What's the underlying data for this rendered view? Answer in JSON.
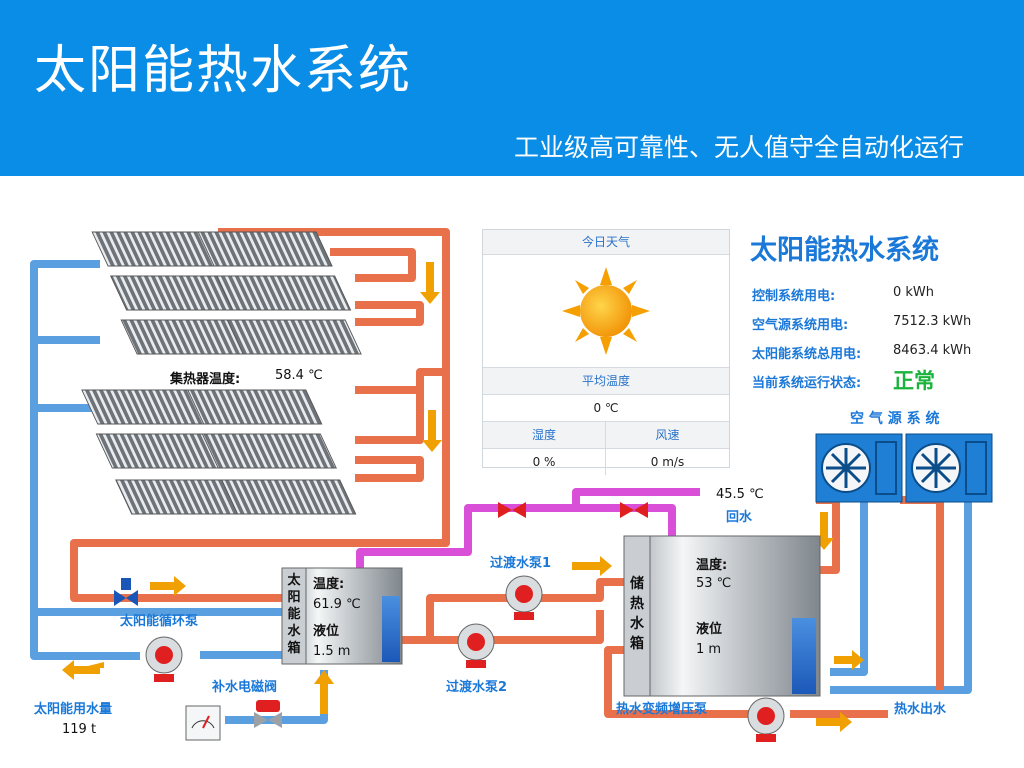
{
  "banner": {
    "title": "太阳能热水系统",
    "subtitle": "工业级高可靠性、无人值守全自动化运行"
  },
  "weather": {
    "header": "今日天气",
    "avg_temp_label": "平均温度",
    "avg_temp_value": "0 ℃",
    "humidity_label": "湿度",
    "humidity_value": "0 %",
    "wind_label": "风速",
    "wind_value": "0 m/s",
    "icon": "sun-icon"
  },
  "info": {
    "title": "太阳能热水系统",
    "rows": [
      {
        "label": "控制系统用电:",
        "value": "0 kWh"
      },
      {
        "label": "空气源系统用电:",
        "value": "7512.3 kWh"
      },
      {
        "label": "太阳能系统总用电:",
        "value": "8463.4 kWh"
      },
      {
        "label": "当前系统运行状态:",
        "value": "正常"
      }
    ]
  },
  "collector": {
    "label": "集热器温度:",
    "value": "58.4 ℃"
  },
  "air_source": {
    "label": "空 气 源 系 统"
  },
  "return_water": {
    "temp": "45.5 ℃",
    "label": "回水"
  },
  "solar_tank": {
    "name": "太阳能水箱",
    "temp_label": "温度:",
    "temp_value": "61.9 ℃",
    "level_label": "液位",
    "level_value": "1.5 m"
  },
  "storage_tank": {
    "name": "储热水箱",
    "temp_label": "温度:",
    "temp_value": "53 ℃",
    "level_label": "液位",
    "level_value": "1 m"
  },
  "pumps": {
    "circulation": "太阳能循环泵",
    "transfer1": "过渡水泵1",
    "transfer2": "过渡水泵2",
    "booster": "热水变频增压泵"
  },
  "valve": {
    "label": "补水电磁阀"
  },
  "usage": {
    "label": "太阳能用水量",
    "value": "119 t"
  },
  "outlet": {
    "label": "热水出水"
  },
  "colors": {
    "banner": "#0a8de6",
    "hot_pipe": "#e8704a",
    "cold_pipe": "#5a9fe0",
    "return_pipe": "#d94fd8",
    "status_ok": "#1ab33c",
    "arrow": "#f0a000"
  }
}
